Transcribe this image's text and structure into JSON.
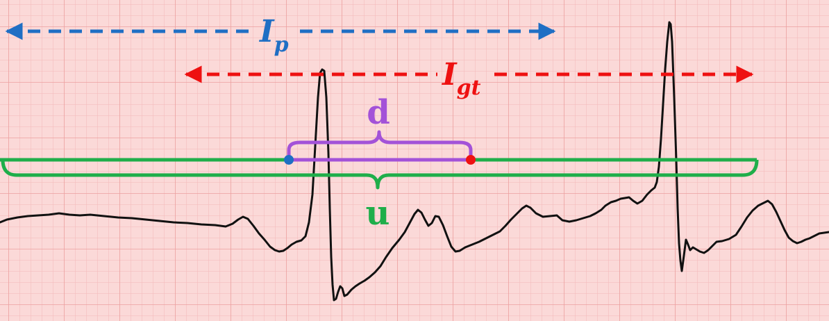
{
  "labels": {
    "ip_main": "I",
    "ip_sub": "p",
    "igt_main": "I",
    "igt_sub": "gt",
    "d": "d",
    "u": "u"
  },
  "colors": {
    "paper": "#fbd9d8",
    "grid_minor": "#f3b8b8",
    "grid_major": "#ec9f9f",
    "ecg": "#111111",
    "ip": "#1f6fc4",
    "igt": "#ee1111",
    "d": "#a352d8",
    "u": "#1fae4a"
  }
}
